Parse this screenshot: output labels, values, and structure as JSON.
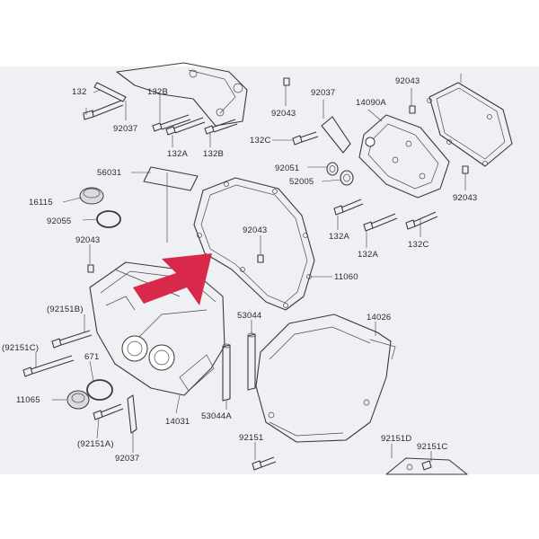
{
  "diagram": {
    "part_labels": {
      "p132_top": "132",
      "p132b_top": "132B",
      "p92037_top": "92037",
      "p132a_top": "132A",
      "p132b_mid": "132B",
      "p92043_top": "92043",
      "p92037_mid": "92037",
      "p14090a": "14090A",
      "p92043_tr": "92043",
      "p132c_top": "132C",
      "p56031": "56031",
      "p92051": "92051",
      "p52005": "52005",
      "p92043_right": "92043",
      "p16115": "16115",
      "p92055": "92055",
      "p132a_r": "132A",
      "p132c_r": "132C",
      "p92043_left": "92043",
      "p92043_gasket": "92043",
      "p132a_r2": "132A",
      "p11060": "11060",
      "p92151b": "(92151B)",
      "p53044": "53044",
      "p14026": "14026",
      "p92151c_l": "(92151C)",
      "p671": "671",
      "p11065": "11065",
      "p53044a": "53044A",
      "p14031": "14031",
      "p92151a": "(92151A)",
      "p92151": "92151",
      "p92151d": "92151D",
      "p92037_bot": "92037",
      "p92151c_r": "92151C"
    },
    "colors": {
      "highlight_arrow": "#d8294a",
      "paper": "#eef0f4",
      "ink": "#2a2a2a"
    }
  }
}
